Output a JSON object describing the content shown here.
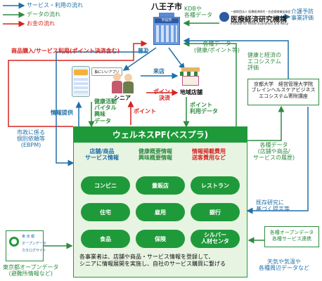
{
  "legend": {
    "service_flow": "サービス・利用の流れ",
    "data_flow": "データの流れ",
    "money_flow": "お金の流れ"
  },
  "colors": {
    "service": "#1f6fa8",
    "data": "#2e8b3f",
    "money": "#d6231f",
    "platform_bg": "#1f9a3a",
    "platform_light": "#e8f4e2"
  },
  "city": {
    "name": "八王子市",
    "building_label": "市役所"
  },
  "ihep": {
    "top_line": "一般財団法人 医療経済研究・社会保険福祉協会",
    "name": "医療経済研究機構",
    "english": "Institute for Health Economics and Policy",
    "kdb_label": "KDBや\n各種データ",
    "nursing_label": "介護予防\n事業評価"
  },
  "labels": {
    "product_purchase": "商品購入/サービス利用(ポイント決済含む)",
    "spread": "普及",
    "visit": "来店",
    "point_payment": "ポイント\n決済",
    "point": "ポイント",
    "point_data": "ポイント\n利用データ",
    "health_data": "健康活動\nバイタル\n興味\nデータ",
    "info_provision": "情報提供",
    "various_data_health": "各種データ\n(健康/ポイント等)",
    "ecosystem_eval": "健康と経済の\nエコシステム\n評価",
    "policy_request": "市政に係る\n個別依頼等\n(EBPM)",
    "various_data_store": "各種データ\n(店舗や商品/\nサービスの履歴)",
    "proposal": "既存研究に\n基づく提言等",
    "opendata_link": "各種オープンデータ\n各種サービス連携",
    "weather": "天気や気温や\n各種周辺データなど",
    "tokyo_opendata": "東京都オープンデータ\n(避難所情報など)"
  },
  "actors": {
    "app_name": "脳にいいアプリ",
    "senior": "シニア",
    "store": "地域店舗"
  },
  "kyoto": {
    "text": "京都大学　経営管理大学院\nブレインヘルスケアビジネス\nエコシステム寄附講座"
  },
  "platform": {
    "title": "ウェルネスPF(ベスプラ)",
    "col1": "店舗/商品\nサービス情報",
    "col2": "健康概要情報\n興味概要情報",
    "col3": "情報掲載費用\n送客費用など",
    "categories": [
      "コンビニ",
      "量販店",
      "レストラン",
      "住宅",
      "雇用",
      "銀行",
      "食品",
      "保険",
      "シルバー\n人材センタ"
    ],
    "footer": "各事業者は、店舗や商品・サービス情報を登録して、\nシニアに情報展開を実施し、自社のサービス購買に繋げる"
  },
  "tokyo_logo": {
    "line1": "東 京 都",
    "line2": "オープンデータ",
    "line3": "カタログサイト"
  }
}
